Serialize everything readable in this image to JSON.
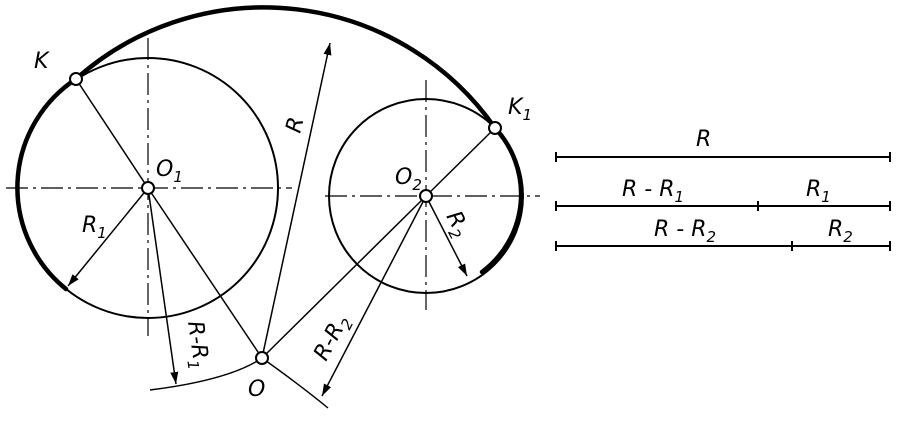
{
  "labels": {
    "K": "K",
    "K1": "K",
    "K1_sub": "1",
    "O1": "O",
    "O1_sub": "1",
    "O2": "O",
    "O2_sub": "2",
    "O": "O",
    "R_main": "R",
    "R1_circle": "R",
    "R1_circle_sub": "1",
    "R2_circle": "R",
    "R2_circle_sub": "2",
    "R_minus_R1_radius": "R-R",
    "R_minus_R1_radius_sub": "1",
    "R_minus_R2_radius": "R-R",
    "R_minus_R2_radius_sub": "2"
  },
  "scale": {
    "R": "R",
    "R_minus_R1": "R - R",
    "R_minus_R1_sub": "1",
    "R1": "R",
    "R1_sub": "1",
    "R_minus_R2": "R - R",
    "R_minus_R2_sub": "2",
    "R2": "R",
    "R2_sub": "2"
  }
}
